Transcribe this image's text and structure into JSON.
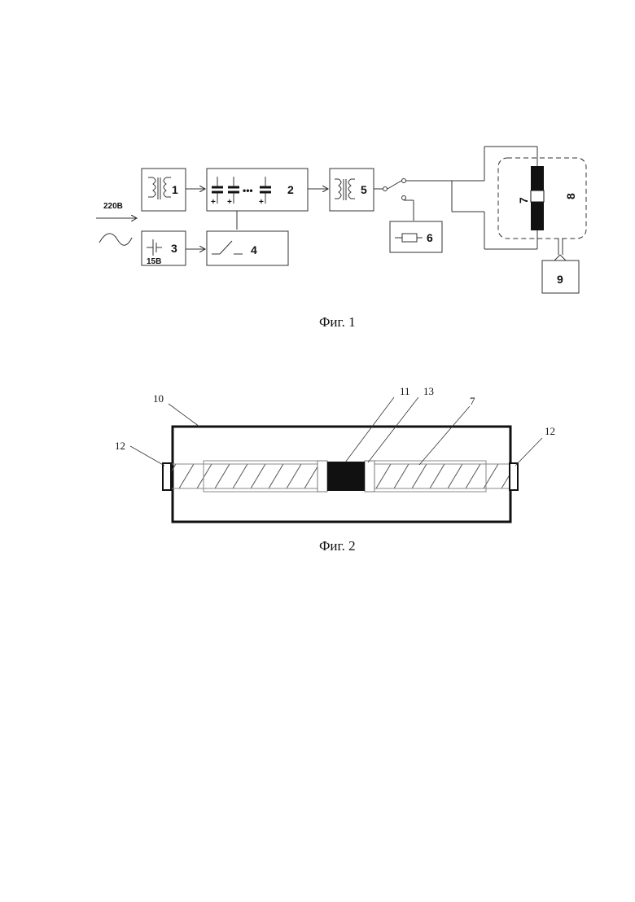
{
  "fig1": {
    "caption": "Фиг. 1",
    "input_voltage": "220В",
    "blocks": {
      "b1": "1",
      "b2": "2",
      "b3": "3",
      "b3_voltage": "15В",
      "b4": "4",
      "b5": "5",
      "b6": "6",
      "b7": "7",
      "b8": "8",
      "b9": "9"
    },
    "capacitor_plus": "+",
    "capacitor_dots": "•••"
  },
  "fig2": {
    "caption": "Фиг. 2",
    "refs": {
      "r10": "10",
      "r11": "11",
      "r13": "13",
      "r7": "7",
      "r12_left": "12",
      "r12_right": "12"
    }
  }
}
